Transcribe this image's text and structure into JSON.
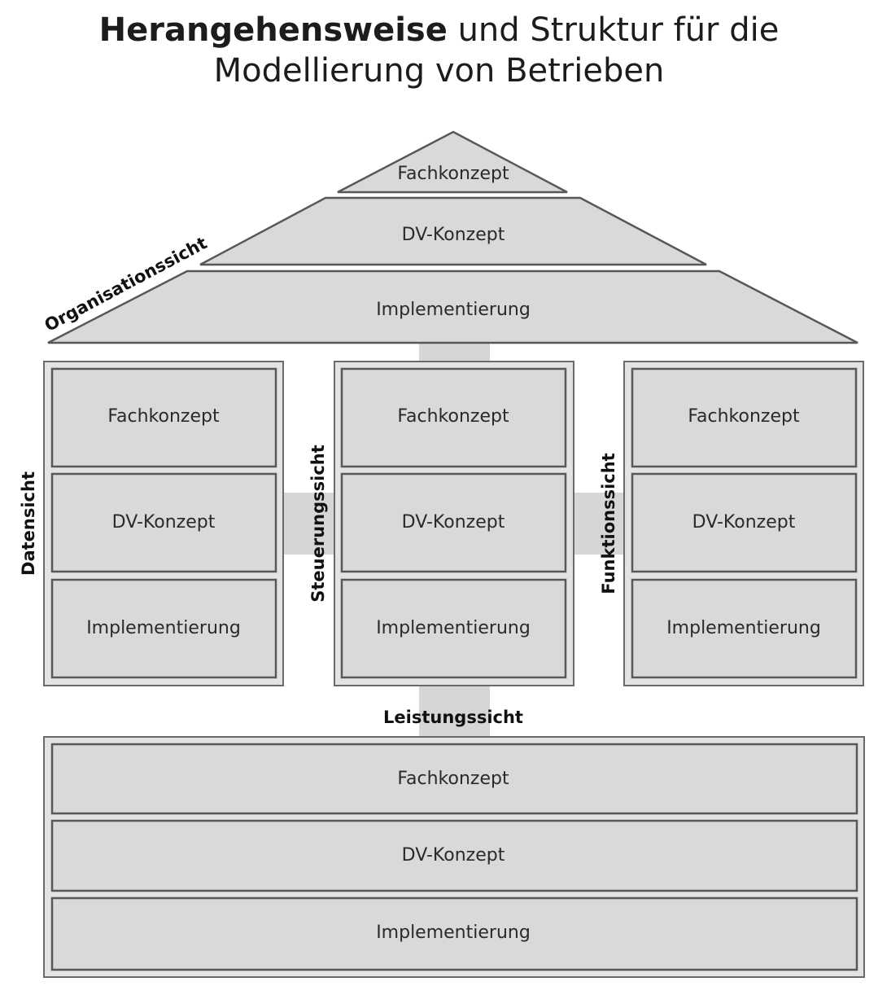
{
  "title": {
    "bold": "Herangehensweise",
    "rest": " und Struktur für die",
    "line2": "Modellierung von Betrieben"
  },
  "views": {
    "organisation": "Organisationssicht",
    "daten": "Datensicht",
    "steuerung": "Steuerungssicht",
    "funktion": "Funktionssicht",
    "leistung": "Leistungssicht"
  },
  "levels": {
    "fach": "Fachkonzept",
    "dv": "DV-Konzept",
    "impl": "Implementierung"
  }
}
